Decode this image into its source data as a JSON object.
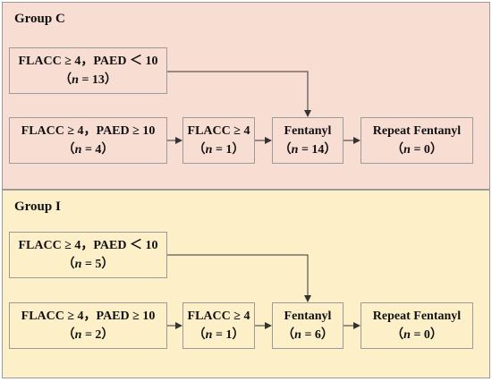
{
  "groups": [
    {
      "title": "Group C",
      "top_box": {
        "line1": "FLACC ≥ 4，PAED ＜ 10",
        "n_prefix": "（",
        "n_value": "13",
        "n_suffix": "）"
      },
      "flow": [
        {
          "line1": "FLACC ≥ 4，PAED ≥ 10",
          "n_prefix": "（",
          "n_value": "4",
          "n_suffix": "）"
        },
        {
          "line1": "FLACC ≥ 4",
          "n_prefix": "（",
          "n_value": "1",
          "n_suffix": "）"
        },
        {
          "line1": "Fentanyl",
          "n_prefix": "（",
          "n_value": "14",
          "n_suffix": "）"
        },
        {
          "line1": "Repeat Fentanyl",
          "n_prefix": "（",
          "n_value": "0",
          "n_suffix": "）"
        }
      ]
    },
    {
      "title": "Group I",
      "top_box": {
        "line1": "FLACC ≥ 4，PAED ＜ 10",
        "n_prefix": "（",
        "n_value": "5",
        "n_suffix": "）"
      },
      "flow": [
        {
          "line1": "FLACC ≥ 4，PAED ≥ 10",
          "n_prefix": "（",
          "n_value": "2",
          "n_suffix": "）"
        },
        {
          "line1": "FLACC ≥ 4",
          "n_prefix": "（",
          "n_value": "1",
          "n_suffix": "）"
        },
        {
          "line1": "Fentanyl",
          "n_prefix": "（",
          "n_value": "6",
          "n_suffix": "）"
        },
        {
          "line1": "Repeat Fentanyl",
          "n_prefix": "（",
          "n_value": "0",
          "n_suffix": "）"
        }
      ]
    }
  ],
  "n_label": "n = ",
  "colors": {
    "group_c_bg": "#f8ddd3",
    "group_i_bg": "#fdf0c8",
    "border": "#9b9b9b",
    "arrow": "#333333"
  }
}
